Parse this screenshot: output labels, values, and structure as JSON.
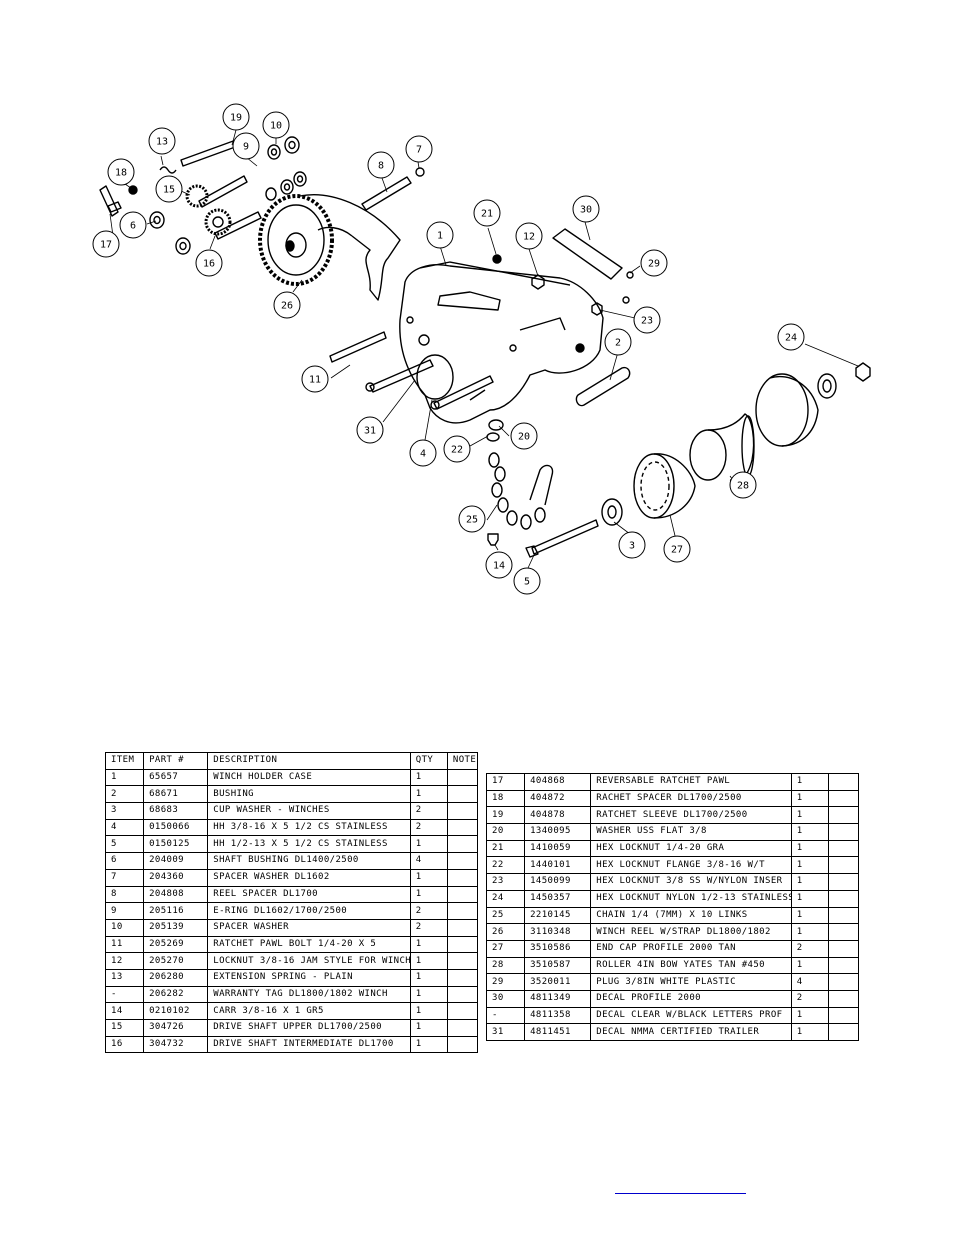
{
  "callouts": [
    "1",
    "2",
    "3",
    "4",
    "5",
    "6",
    "7",
    "8",
    "9",
    "10",
    "11",
    "12",
    "13",
    "14",
    "15",
    "16",
    "17",
    "18",
    "19",
    "20",
    "21",
    "22",
    "23",
    "24",
    "25",
    "26",
    "27",
    "28",
    "29",
    "30",
    "31"
  ],
  "table_left": {
    "headers": [
      "ITEM",
      "PART #",
      "DESCRIPTION",
      "QTY",
      "NOTE"
    ],
    "rows": [
      [
        "1",
        "65657",
        "WINCH HOLDER CASE",
        "1",
        ""
      ],
      [
        "2",
        "68671",
        "BUSHING",
        "1",
        ""
      ],
      [
        "3",
        "68683",
        "CUP WASHER - WINCHES",
        "2",
        ""
      ],
      [
        "4",
        "0150066",
        "HH 3/8-16 X 5 1/2 CS STAINLESS",
        "2",
        ""
      ],
      [
        "5",
        "0150125",
        "HH 1/2-13 X 5 1/2 CS STAINLESS",
        "1",
        ""
      ],
      [
        "6",
        "204009",
        "SHAFT BUSHING  DL1400/2500",
        "4",
        ""
      ],
      [
        "7",
        "204360",
        "SPACER WASHER  DL1602",
        "1",
        ""
      ],
      [
        "8",
        "204808",
        "REEL SPACER  DL1700",
        "1",
        ""
      ],
      [
        "9",
        "205116",
        "E-RING DL1602/1700/2500",
        "2",
        ""
      ],
      [
        "10",
        "205139",
        "SPACER WASHER",
        "2",
        ""
      ],
      [
        "11",
        "205269",
        "RATCHET PAWL BOLT 1/4-20 X 5",
        "1",
        ""
      ],
      [
        "12",
        "205270",
        "LOCKNUT 3/8-16 JAM STYLE FOR WINCH",
        "1",
        ""
      ],
      [
        "13",
        "206280",
        "EXTENSION SPRING - PLAIN",
        "1",
        ""
      ],
      [
        "-",
        "206282",
        "WARRANTY TAG DL1800/1802 WINCH",
        "1",
        ""
      ],
      [
        "14",
        "0210102",
        "CARR 3/8-16 X 1 GR5",
        "1",
        ""
      ],
      [
        "15",
        "304726",
        "DRIVE SHAFT UPPER  DL1700/2500",
        "1",
        ""
      ],
      [
        "16",
        "304732",
        "DRIVE SHAFT INTERMEDIATE  DL1700",
        "1",
        ""
      ]
    ]
  },
  "table_right": {
    "rows": [
      [
        "17",
        "404868",
        "REVERSABLE RATCHET PAWL",
        "1",
        ""
      ],
      [
        "18",
        "404872",
        "RACHET SPACER  DL1700/2500",
        "1",
        ""
      ],
      [
        "19",
        "404878",
        "RATCHET SLEEVE  DL1700/2500",
        "1",
        ""
      ],
      [
        "20",
        "1340095",
        "WASHER USS FLAT 3/8",
        "1",
        ""
      ],
      [
        "21",
        "1410059",
        "HEX LOCKNUT 1/4-20 GRA",
        "1",
        ""
      ],
      [
        "22",
        "1440101",
        "HEX LOCKNUT FLANGE 3/8-16 W/T",
        "1",
        ""
      ],
      [
        "23",
        "1450099",
        "HEX LOCKNUT 3/8 SS W/NYLON INSER",
        "1",
        ""
      ],
      [
        "24",
        "1450357",
        "HEX LOCKNUT NYLON 1/2-13 STAINLESS",
        "1",
        ""
      ],
      [
        "25",
        "2210145",
        "CHAIN 1/4 (7MM) X 10 LINKS",
        "1",
        ""
      ],
      [
        "26",
        "3110348",
        "WINCH REEL W/STRAP  DL1800/1802",
        "1",
        ""
      ],
      [
        "27",
        "3510586",
        "END CAP PROFILE 2000 TAN",
        "2",
        ""
      ],
      [
        "28",
        "3510587",
        "ROLLER 4IN BOW YATES TAN #450",
        "1",
        ""
      ],
      [
        "29",
        "3520011",
        "PLUG  3/8IN WHITE PLASTIC",
        "4",
        ""
      ],
      [
        "30",
        "4811349",
        "DECAL PROFILE 2000",
        "2",
        ""
      ],
      [
        "-",
        "4811358",
        "DECAL CLEAR W/BLACK LETTERS PROF",
        "1",
        ""
      ],
      [
        "31",
        "4811451",
        "DECAL NMMA CERTIFIED TRAILER",
        "1",
        ""
      ]
    ]
  }
}
